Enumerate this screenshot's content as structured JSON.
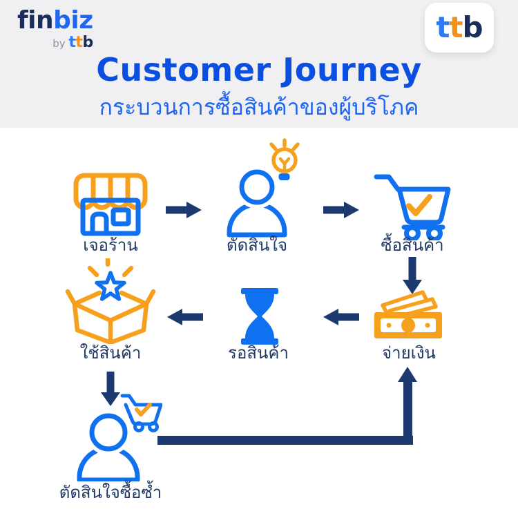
{
  "header": {
    "finbiz_logo": {
      "fin": "fin",
      "biz": "biz",
      "by": "by ",
      "ttb_word": "ttb"
    },
    "ttb_app_logo": {
      "t1": "t",
      "t2": "t",
      "b": "b"
    },
    "title": "Customer Journey",
    "subtitle": "กระบวนการซื้อสินค้าของผู้บริโภค"
  },
  "journey": {
    "steps": [
      {
        "id": "find-store",
        "label": "เจอร้าน",
        "icon": "storefront-icon"
      },
      {
        "id": "decide",
        "label": "ตัดสินใจ",
        "icon": "person-idea-icon"
      },
      {
        "id": "purchase",
        "label": "ซื้อสินค้า",
        "icon": "cart-check-icon"
      },
      {
        "id": "pay",
        "label": "จ่ายเงิน",
        "icon": "banknotes-icon"
      },
      {
        "id": "wait",
        "label": "รอสินค้า",
        "icon": "hourglass-icon"
      },
      {
        "id": "use",
        "label": "ใช้สินค้า",
        "icon": "open-box-star-icon"
      },
      {
        "id": "repurchase",
        "label": "ตัดสินใจซื้อซ้ำ",
        "icon": "person-cart-icon"
      }
    ],
    "arrows": [
      {
        "from": "find-store",
        "to": "decide"
      },
      {
        "from": "decide",
        "to": "purchase"
      },
      {
        "from": "purchase",
        "to": "pay"
      },
      {
        "from": "pay",
        "to": "wait"
      },
      {
        "from": "wait",
        "to": "use"
      },
      {
        "from": "use",
        "to": "repurchase"
      },
      {
        "from": "repurchase",
        "to": "pay"
      }
    ]
  },
  "colors": {
    "header_bg": "#F0F0F2",
    "title_blue": "#0B4FE0",
    "subtitle_blue": "#1D65F2",
    "icon_blue": "#0F70F0",
    "icon_orange": "#F6A01E",
    "arrow_navy": "#1C3A6F",
    "label_navy": "#1F3864",
    "logo_navy": "#1B2D5B",
    "logo_blue": "#2066EE",
    "ttb_blue": "#2D7CF5",
    "ttb_orange": "#F2921D"
  }
}
